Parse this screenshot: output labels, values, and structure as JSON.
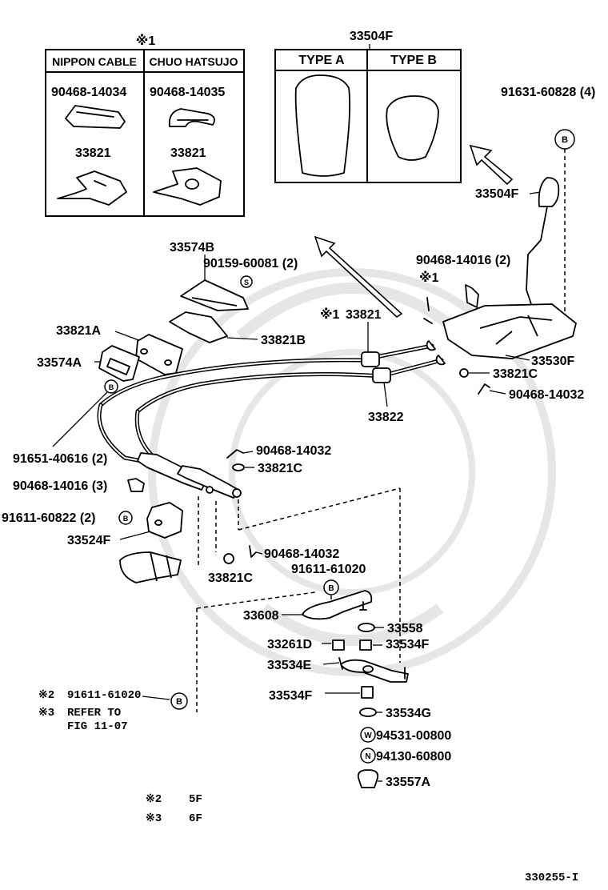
{
  "figure_id": "330255-I",
  "inset_ref": {
    "mark": "※1",
    "col1_header": "NIPPON CABLE",
    "col2_header": "CHUO HATSUJO",
    "col1_clip": "90468-14034",
    "col2_clip": "90468-14035",
    "col1_part": "33821",
    "col2_part": "33821"
  },
  "knob_box": {
    "part": "33504F",
    "type_a": "TYPE  A",
    "type_b": "TYPE  B"
  },
  "circle_b": "B",
  "circle_w": "W",
  "circle_n": "N",
  "labels": {
    "p91631": "91631-60828 (4)",
    "p33504f": "33504F",
    "p90468_14016_top": "90468-14016 (2)",
    "mark1_top": "※1",
    "p33530f": "33530F",
    "p33821c_a": "33821C",
    "p90468_14032_a": "90468-14032",
    "p33574b": "33574B",
    "p90159": "90159-60081 (2)",
    "mark1_cable": "※1",
    "p33821": "33821",
    "p33821a": "33821A",
    "p33821b": "33821B",
    "p33574a": "33574A",
    "p33822": "33822",
    "p91651": "91651-40616 (2)",
    "p90468_14032_b": "90468-14032",
    "p33821c_b": "33821C",
    "p90468_14016_left": "90468-14016 (3)",
    "p91611_60822": "91611-60822 (2)",
    "p33524f": "33524F",
    "p90468_14032_c": "90468-14032",
    "p33821c_c": "33821C",
    "p91611_61020": "91611-61020",
    "p33608": "33608",
    "p33558": "33558",
    "p33261d": "33261D",
    "p33534f_a": "33534F",
    "p33534e": "33534E",
    "p33534f_b": "33534F",
    "p33534g": "33534G",
    "p94531": "94531-00800",
    "p94130": "94130-60800",
    "p33557a": "33557A"
  },
  "notes": {
    "n2_mark": "※2",
    "n2_part": "91611-61020",
    "n3_mark": "※3",
    "n3_line1": "REFER TO",
    "n3_line2": "FIG 11-07"
  },
  "footnotes": {
    "f2_mark": "※2",
    "f2_val": "5F",
    "f3_mark": "※3",
    "f3_val": "6F"
  }
}
